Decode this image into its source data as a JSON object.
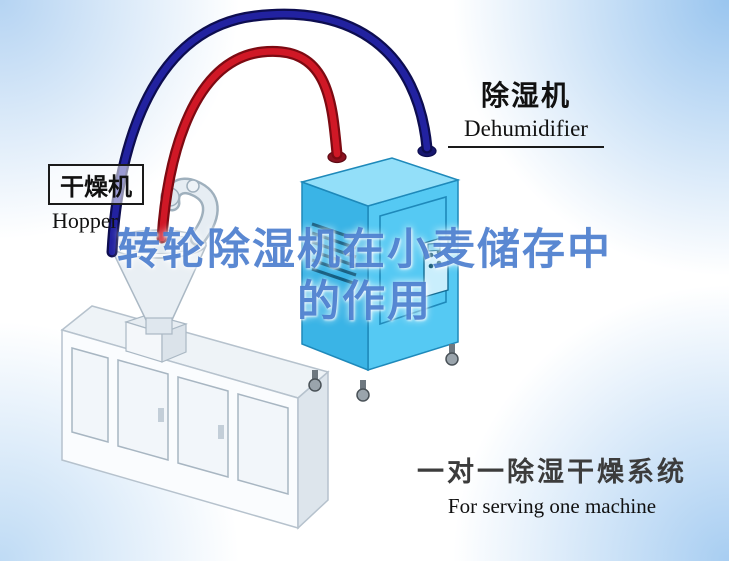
{
  "labels": {
    "dryer": {
      "cn": "干燥机",
      "en": "Hopper"
    },
    "dehumidifier": {
      "cn": "除湿机",
      "en": "Dehumidifier"
    }
  },
  "watermark": {
    "line1": "转轮除湿机在小麦储存中",
    "line2": "的作用"
  },
  "caption": {
    "cn": "一对一除湿干燥系统",
    "en": "For serving one machine"
  },
  "colors": {
    "pipe_red": "#d01826",
    "pipe_red_outline": "#7d0a12",
    "pipe_navy": "#2222a0",
    "pipe_navy_outline": "#0d0d50",
    "machine_front": "#3ab4e6",
    "machine_side": "#55c9f3",
    "machine_top": "#93dff9",
    "machine_edge": "#1e89ba",
    "dryer_body": "#fafcfe",
    "watermark_blue": "#4378cc",
    "caption_text": "#3c3c3c",
    "background_tint": "#bcd6ef"
  }
}
